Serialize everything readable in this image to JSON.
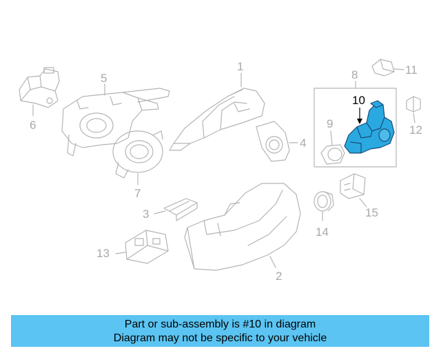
{
  "callouts": [
    {
      "label": "1"
    },
    {
      "label": "2"
    },
    {
      "label": "3"
    },
    {
      "label": "4"
    },
    {
      "label": "5"
    },
    {
      "label": "6"
    },
    {
      "label": "7"
    },
    {
      "label": "8"
    },
    {
      "label": "9"
    },
    {
      "label": "10"
    },
    {
      "label": "11"
    },
    {
      "label": "12"
    },
    {
      "label": "13"
    },
    {
      "label": "14"
    },
    {
      "label": "15"
    }
  ],
  "highlight_part": "10",
  "banner": {
    "line1": "Part or sub-assembly is #10 in diagram",
    "line2": "Diagram may not be specific to your vehicle"
  },
  "colors": {
    "line": "#b4b4b4",
    "highlight": "#29a9e0",
    "banner": "#5bc4f2"
  }
}
